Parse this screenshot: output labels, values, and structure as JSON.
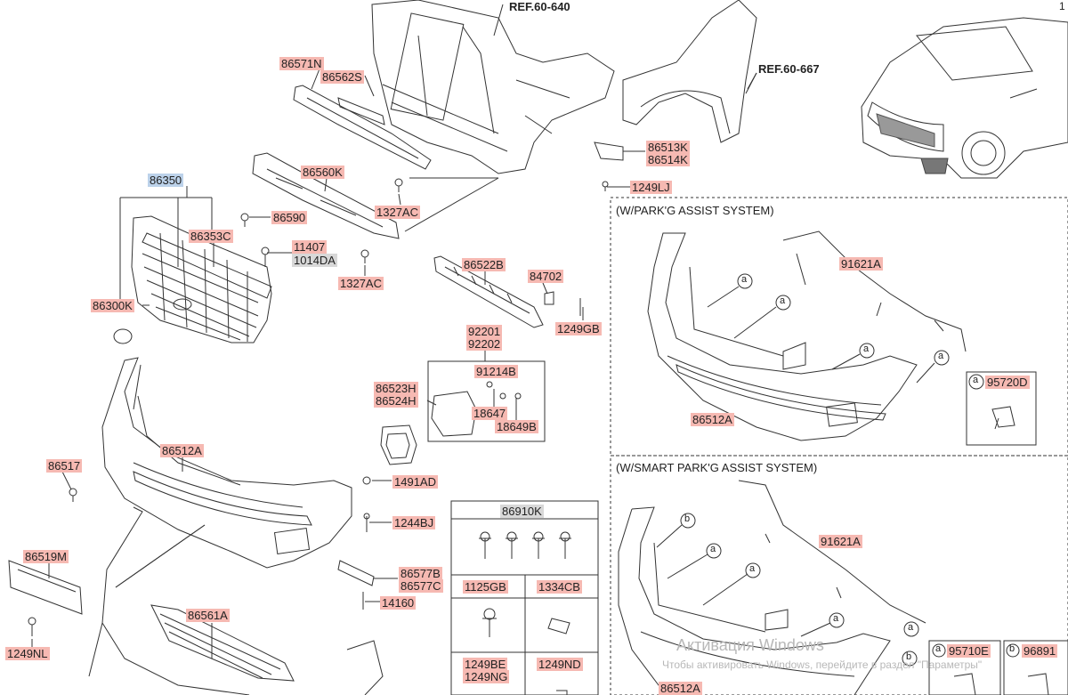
{
  "refs": {
    "ref_60_640": "REF.60-640",
    "ref_60_667": "REF.60-667",
    "edge_mark": "1"
  },
  "parts": {
    "p86571N": "86571N",
    "p86562S": "86562S",
    "p86350": "86350",
    "p86560K": "86560K",
    "p86590": "86590",
    "p86353C": "86353C",
    "p1327AC_a": "1327AC",
    "p1327AC_b": "1327AC",
    "p11407": "11407",
    "p1014DA": "1014DA",
    "p86300K": "86300K",
    "p86513K": "86513K",
    "p86514K": "86514K",
    "p1249LJ": "1249LJ",
    "p86522B": "86522B",
    "p84702": "84702",
    "p1249GB": "1249GB",
    "p92201": "92201",
    "p92202": "92202",
    "p91214B": "91214B",
    "p86523H": "86523H",
    "p86524H": "86524H",
    "p18647": "18647",
    "p18649B": "18649B",
    "p86512A_main": "86512A",
    "p86517": "86517",
    "p1491AD": "1491AD",
    "p1244BJ": "1244BJ",
    "p86519M": "86519M",
    "p86577B": "86577B",
    "p86577C": "86577C",
    "p14160": "14160",
    "p1249NL": "1249NL",
    "p86561A": "86561A"
  },
  "park_assist": {
    "title": "(W/PARK'G ASSIST SYSTEM)",
    "harness": "91621A",
    "bumper": "86512A",
    "sensor_box": "95720D",
    "callout": "a"
  },
  "smart_park_assist": {
    "title": "(W/SMART PARK'G ASSIST SYSTEM)",
    "harness": "91621A",
    "bumper": "86512A",
    "sensor_box_1": "95710E",
    "sensor_box_2": "96891",
    "callout_a": "a",
    "callout_b": "b"
  },
  "hardware_table": {
    "header": "86910K",
    "cell_1125GB": "1125GB",
    "cell_1334CB": "1334CB",
    "cell_1249BE": "1249BE",
    "cell_1249NG": "1249NG",
    "cell_1249ND": "1249ND"
  },
  "watermark": {
    "line1": "Активация Windows",
    "line2": "Чтобы активировать Windows, перейдите в раздел \"Параметры\""
  }
}
